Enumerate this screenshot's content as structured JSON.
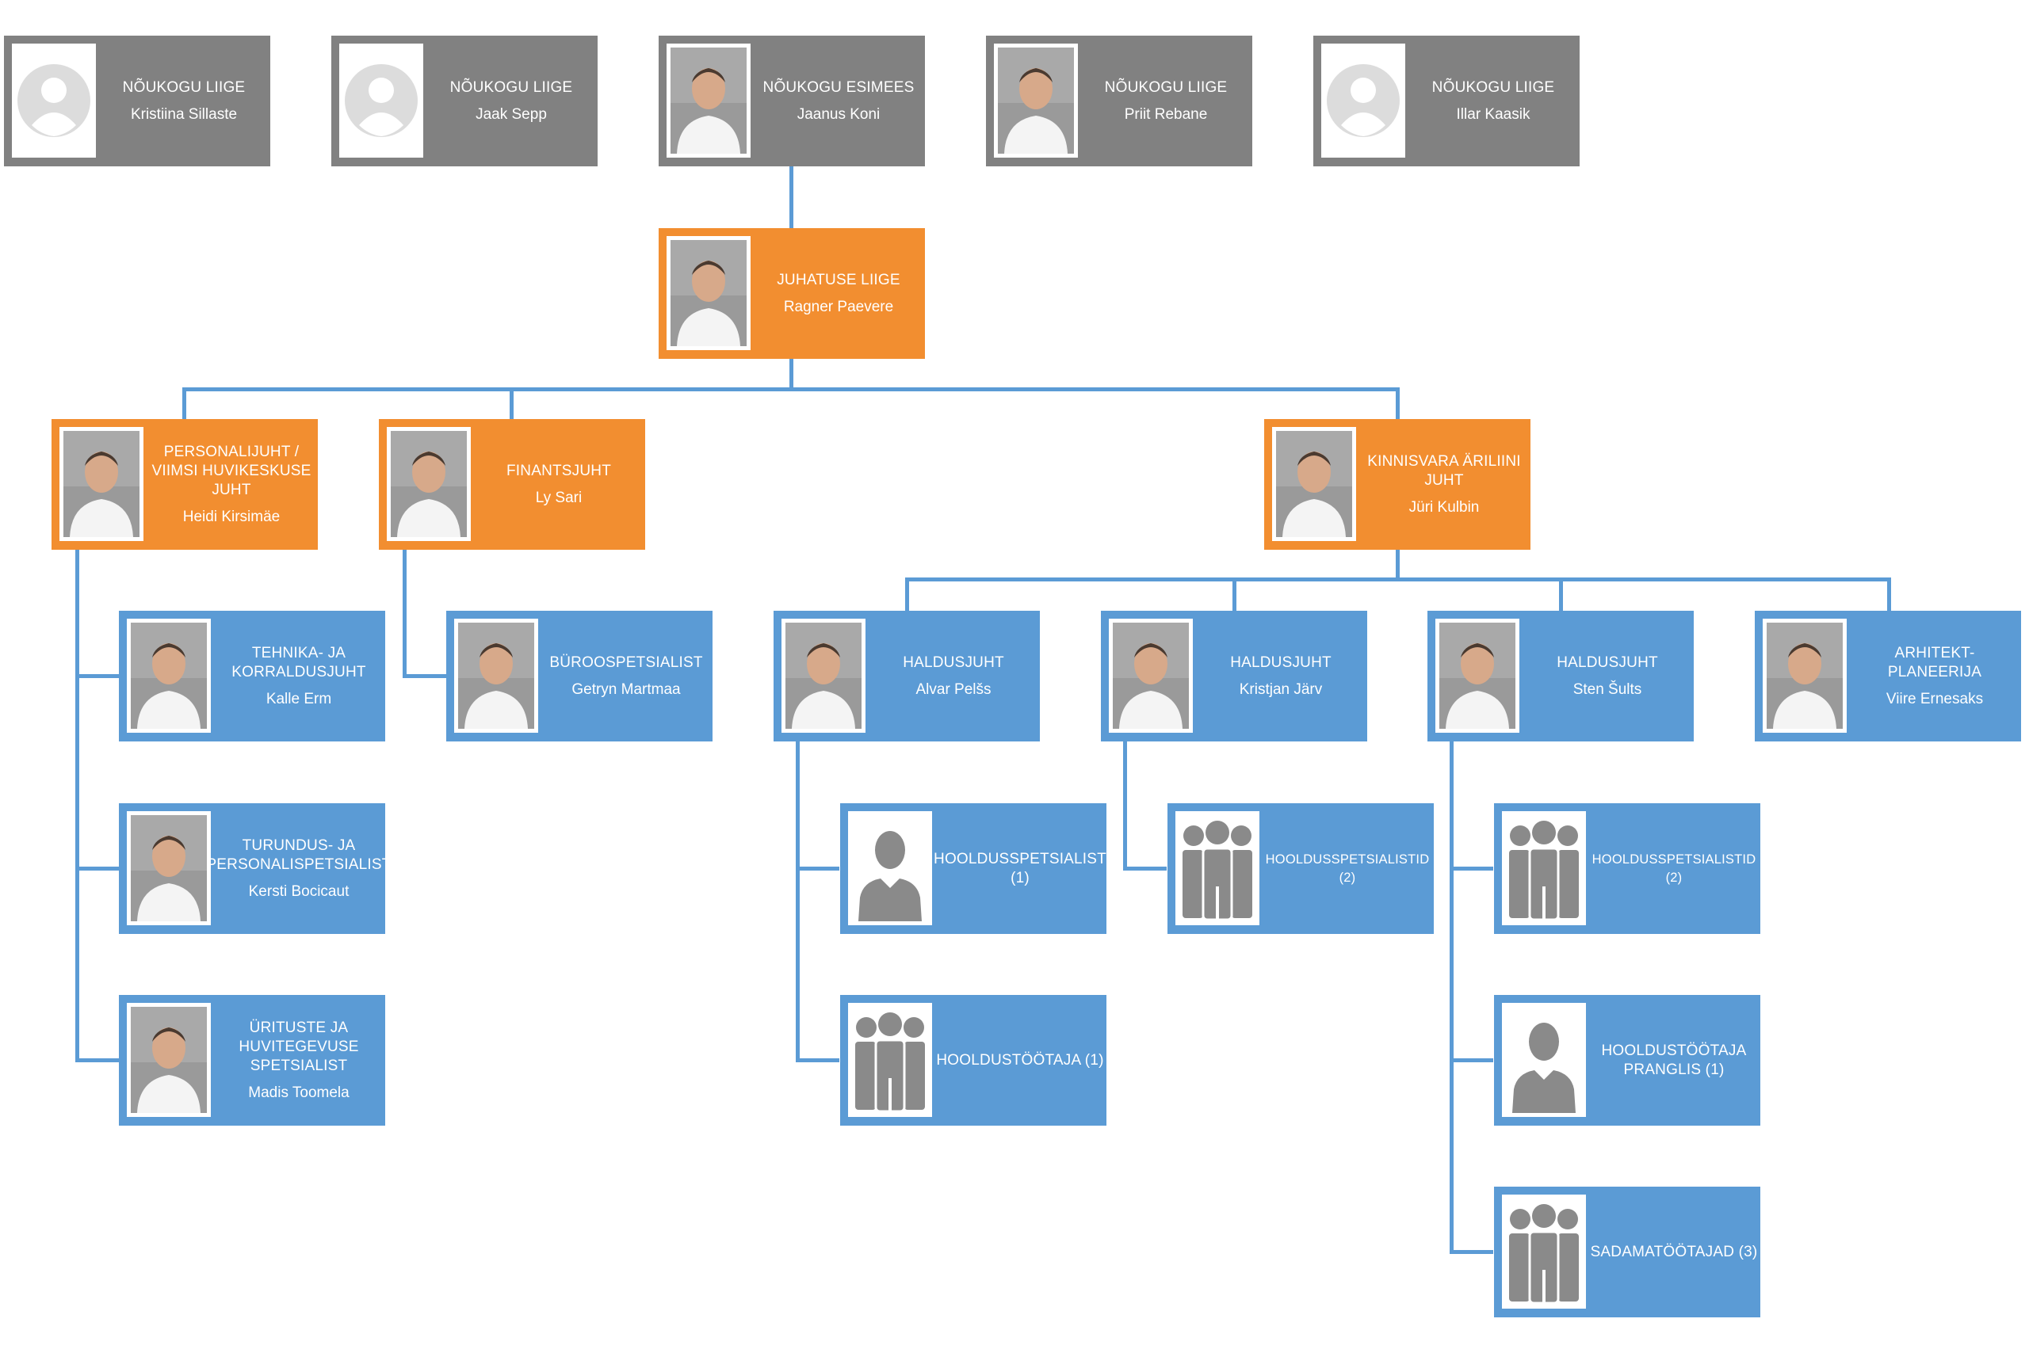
{
  "colors": {
    "board": "#818181",
    "management": "#f28e30",
    "staff": "#5b9bd5",
    "connector": "#5b9bd5"
  },
  "board": [
    {
      "role": "NÕUKOGU LIIGE",
      "name": "Kristiina Sillaste",
      "photo": "placeholder-avatar"
    },
    {
      "role": "NÕUKOGU LIIGE",
      "name": "Jaak Sepp",
      "photo": "placeholder-avatar"
    },
    {
      "role": "NÕUKOGU ESIMEES",
      "name": "Jaanus Koni",
      "photo": "person-photo"
    },
    {
      "role": "NÕUKOGU LIIGE",
      "name": "Priit Rebane",
      "photo": "person-photo"
    },
    {
      "role": "NÕUKOGU LIIGE",
      "name": "Illar Kaasik",
      "photo": "placeholder-avatar"
    }
  ],
  "ceo": {
    "role": "JUHATUSE LIIGE",
    "name": "Ragner Paevere",
    "photo": "person-photo"
  },
  "managers": {
    "hr": {
      "role": "PERSONALIJUHT /\nVIIMSI HUVIKESKUSE\nJUHT",
      "name": "Heidi Kirsimäe",
      "photo": "person-photo"
    },
    "finance": {
      "role": "FINANTSJUHT",
      "name": "Ly Sari",
      "photo": "person-photo"
    },
    "realestate": {
      "role": "KINNISVARA ÄRILIINI\nJUHT",
      "name": "Jüri Kulbin",
      "photo": "person-photo"
    }
  },
  "hr_staff": [
    {
      "role": "TEHNIKA- JA\nKORRALDUSJUHT",
      "name": "Kalle Erm",
      "photo": "person-photo"
    },
    {
      "role": "TURUNDUS- JA\nPERSONALISPETSIALIST",
      "name": "Kersti Bocicaut",
      "photo": "person-photo"
    },
    {
      "role": "ÜRITUSTE JA\nHUVITEGEVUSE\nSPETSIALIST",
      "name": "Madis Toomela",
      "photo": "person-photo"
    }
  ],
  "finance_staff": [
    {
      "role": "BÜROOSPETSIALIST",
      "name": "Getryn Martmaa",
      "photo": "person-photo"
    }
  ],
  "realestate_staff": [
    {
      "role": "HALDUSJUHT",
      "name": "Alvar Pelšs",
      "photo": "person-photo"
    },
    {
      "role": "HALDUSJUHT",
      "name": "Kristjan Järv",
      "photo": "person-photo"
    },
    {
      "role": "HALDUSJUHT",
      "name": "Sten Šults",
      "photo": "person-photo"
    },
    {
      "role": "ARHITEKT-PLANEERIJA",
      "name": "Viire Ernesaks",
      "photo": "person-photo"
    }
  ],
  "teams": {
    "alvar": [
      {
        "role": "HOOLDUSSPETSIALIST\n(1)",
        "icon": "single-person-icon"
      },
      {
        "role": "HOOLDUSTÖÖTAJA (1)",
        "icon": "group-icon"
      }
    ],
    "kristjan": [
      {
        "role": "HOOLDUSSPETSIALISTID\n(2)",
        "icon": "group-icon"
      }
    ],
    "sten": [
      {
        "role": "HOOLDUSSPETSIALISTID\n(2)",
        "icon": "group-icon"
      },
      {
        "role": "HOOLDUSTÖÖTAJA\nPRANGLIS (1)",
        "icon": "single-person-icon"
      },
      {
        "role": "SADAMATÖÖTAJAD (3)",
        "icon": "group-icon"
      }
    ]
  }
}
